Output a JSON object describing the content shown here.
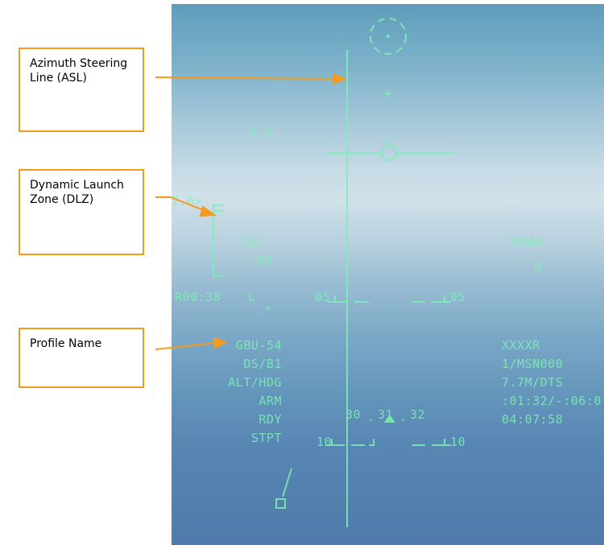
{
  "callouts": {
    "asl": "Azimuth Steering Line (ASL)",
    "dlz": "Dynamic Launch Zone (DLZ)",
    "profile": "Profile Name"
  },
  "hud": {
    "mach": "0.9",
    "dlz_top": "7.6>",
    "airspeed": "262",
    "range_label": "R0",
    "time_to_release": "R00:38",
    "l_marker": "L",
    "altitude": "9940",
    "alt_sub": "0",
    "pitch_05_left": "05",
    "pitch_05_right": "05",
    "pitch_10_left": "10",
    "pitch_10_right": "10",
    "heading_30": "30",
    "heading_31": "31",
    "heading_32": "32",
    "heading_dot1": ".",
    "heading_dot2": ".",
    "left_block": [
      "GBU-54",
      "DS/B1",
      "ALT/HDG",
      "ARM",
      "RDY",
      "STPT"
    ],
    "right_block": [
      "XXXXR",
      "1/MSN000",
      "7.7M/DTS",
      ":01:32/-:06:0",
      "04:07:58"
    ],
    "symbol_color": "#7cf0b4",
    "callout_color": "#f59a1f"
  }
}
